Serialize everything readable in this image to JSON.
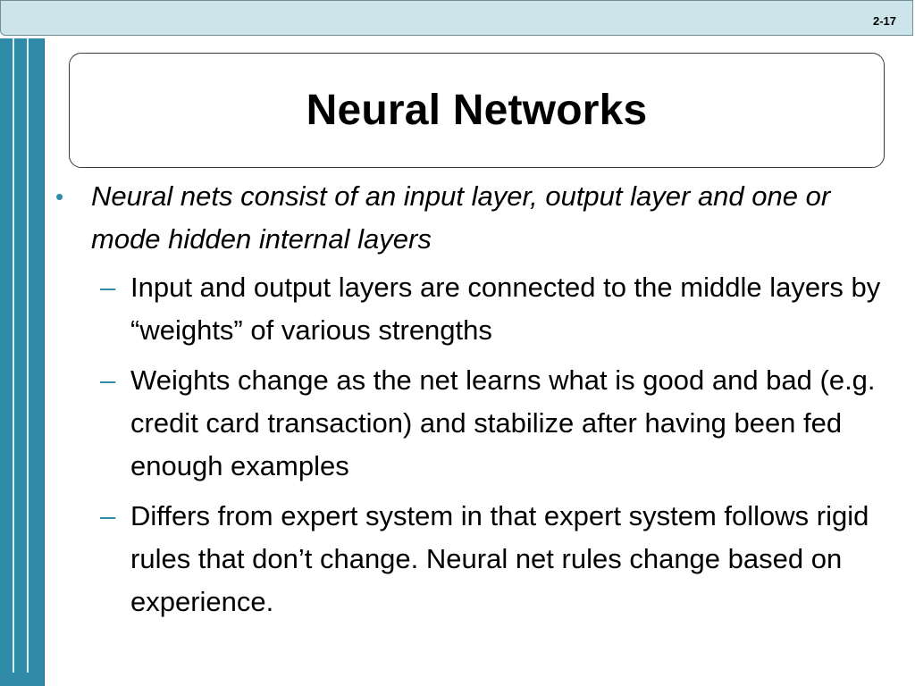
{
  "header": {
    "slide_number": "2-17"
  },
  "title": "Neural Networks",
  "bullets": [
    {
      "marker": "•",
      "text": "Neural nets consist of an input layer, output layer and one or mode hidden internal layers",
      "sub_bullets": [
        {
          "marker": "–",
          "text": "Input and output layers are connected to the middle layers by “weights” of various strengths"
        },
        {
          "marker": "–",
          "text": "Weights change as the net learns what is good and bad (e.g. credit card transaction) and stabilize after having been fed enough examples"
        },
        {
          "marker": "–",
          "text": "Differs from expert system in that expert system follows rigid rules that don’t change. Neural net rules change based on experience."
        }
      ]
    }
  ],
  "colors": {
    "top_band": "#cde4ea",
    "left_band": "#2f8ba7",
    "bullet_marker": "#2f8ba7"
  }
}
